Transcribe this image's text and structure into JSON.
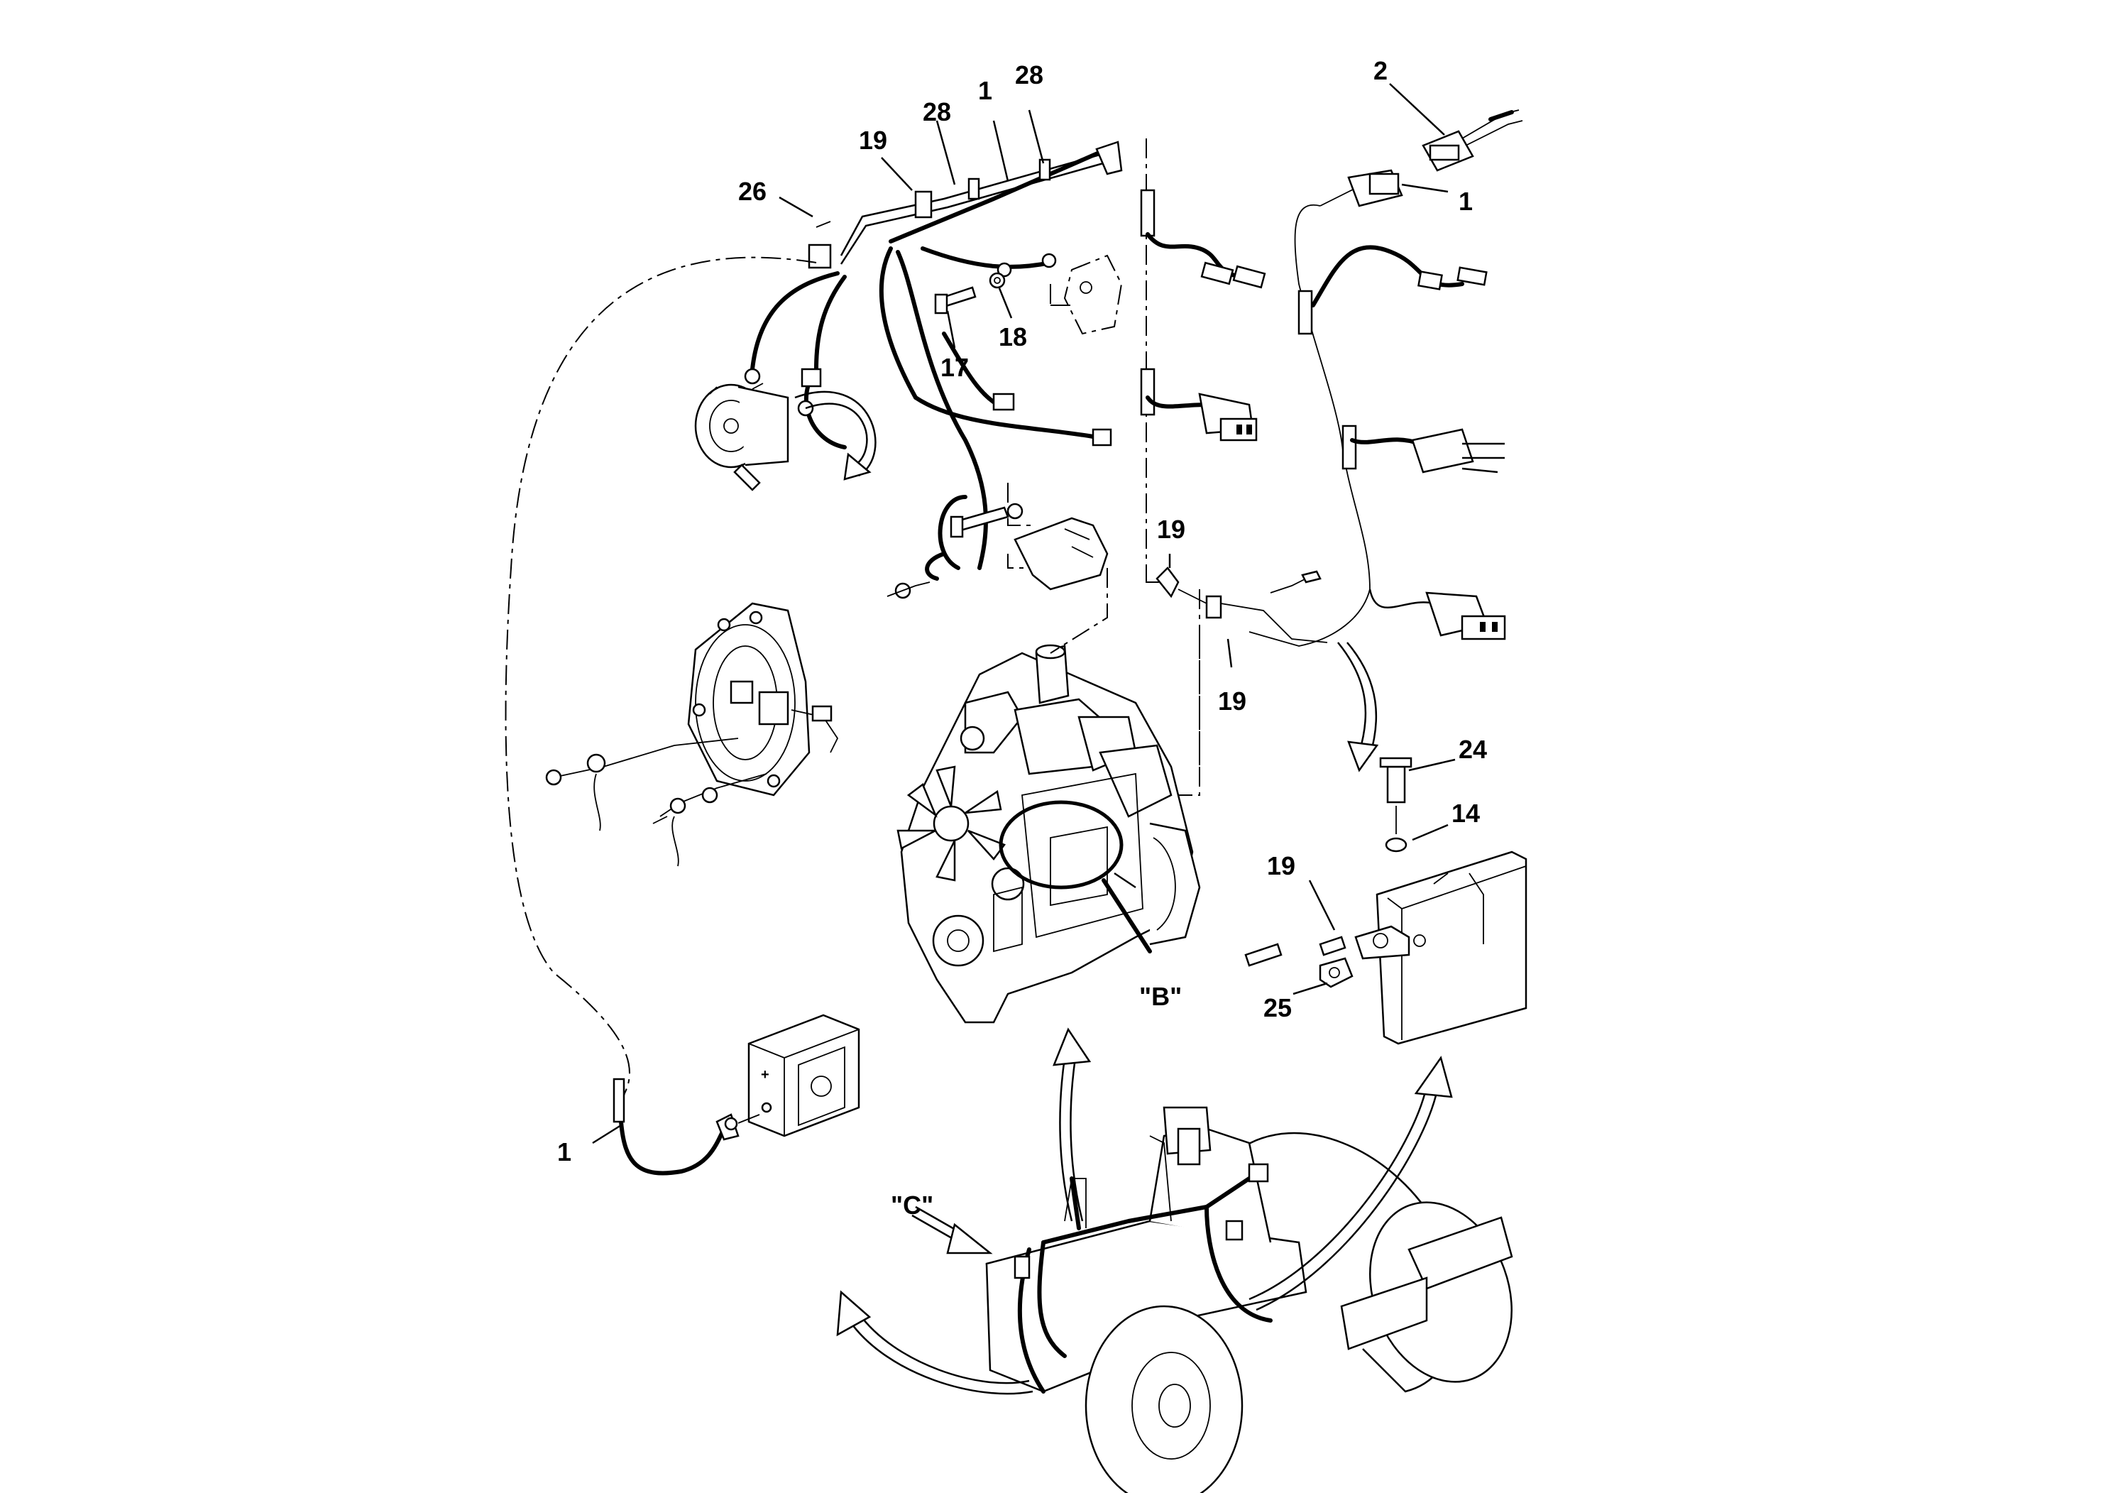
{
  "callouts": [
    {
      "id": "c2",
      "text": "2"
    },
    {
      "id": "c28a",
      "text": "28"
    },
    {
      "id": "c28b",
      "text": "28"
    },
    {
      "id": "c1a",
      "text": "1"
    },
    {
      "id": "c1b",
      "text": "1"
    },
    {
      "id": "c19a",
      "text": "19"
    },
    {
      "id": "c26",
      "text": "26"
    },
    {
      "id": "c18",
      "text": "18"
    },
    {
      "id": "c17",
      "text": "17"
    },
    {
      "id": "c19b",
      "text": "19"
    },
    {
      "id": "c19c",
      "text": "19"
    },
    {
      "id": "c24",
      "text": "24"
    },
    {
      "id": "c14",
      "text": "14"
    },
    {
      "id": "c19d",
      "text": "19"
    },
    {
      "id": "c25",
      "text": "25"
    },
    {
      "id": "cB",
      "text": "\"B\""
    },
    {
      "id": "c1c",
      "text": "1"
    },
    {
      "id": "cC",
      "text": "\"C\""
    }
  ],
  "components": {
    "harness": "main-wiring-harness",
    "connector": "connector-2",
    "starter": "starter-motor",
    "alternator": "alternator",
    "engine": "engine",
    "battery": "battery",
    "machine": "compactor-roller",
    "bracket": "mounting-bracket-detail"
  }
}
